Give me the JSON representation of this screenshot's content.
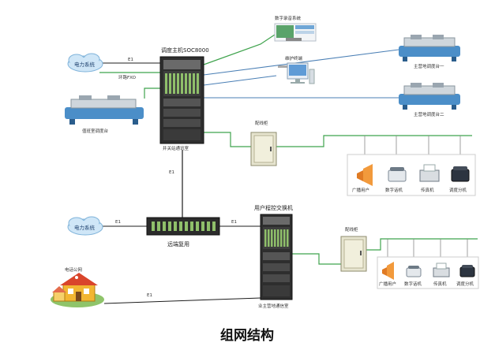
{
  "labels": {
    "digital_recording": "数字录音系统",
    "maintenance": "维护终端",
    "soc8000": "调度主机SOC8000",
    "main_console_1": "主营地调度台一",
    "main_console_2": "主营地调度台二",
    "power_system_top": "电力系统",
    "e1_top": "E1",
    "ring_fxo": "环路FXO",
    "duty_console": "值班室调度台",
    "well_room": "井关站通讯室",
    "dist_box_top": "配线柜",
    "e1_mid": "E1",
    "terminals_top": [
      "广播用户",
      "数字话机",
      "传真机",
      "调度分机"
    ],
    "user_pbx": "用户程控交换机",
    "power_system_mid": "电力系统",
    "e1_left": "E1",
    "e1_right": "E1",
    "remote_mux": "远端复用",
    "dist_box_bottom": "配线柜",
    "terminals_bottom": [
      "广播用户",
      "数字话机",
      "传真机",
      "调度分机"
    ],
    "phone_network": "电话公网",
    "e1_bottom": "E1",
    "main_camp_comm": "业主营地通信室",
    "caption": "组网结构"
  },
  "colors": {
    "green_link": "#3fa34d",
    "black_link": "#1c1c1c",
    "blue_link": "#4a7fb5",
    "cloud": "#cfe6f7",
    "cloud_edge": "#7fb3da"
  }
}
